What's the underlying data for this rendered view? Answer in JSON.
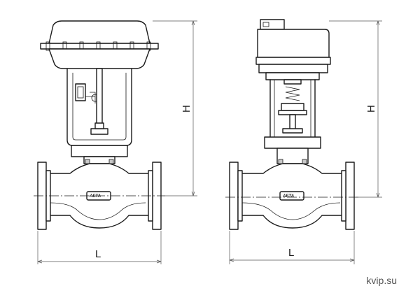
{
  "left_valve": {
    "dim_length": "L",
    "dim_height": "H",
    "logo": "АБТА"
  },
  "right_valve": {
    "dim_length": "L",
    "dim_height": "H",
    "logo": "АБТА"
  },
  "watermark": "kvip.su"
}
